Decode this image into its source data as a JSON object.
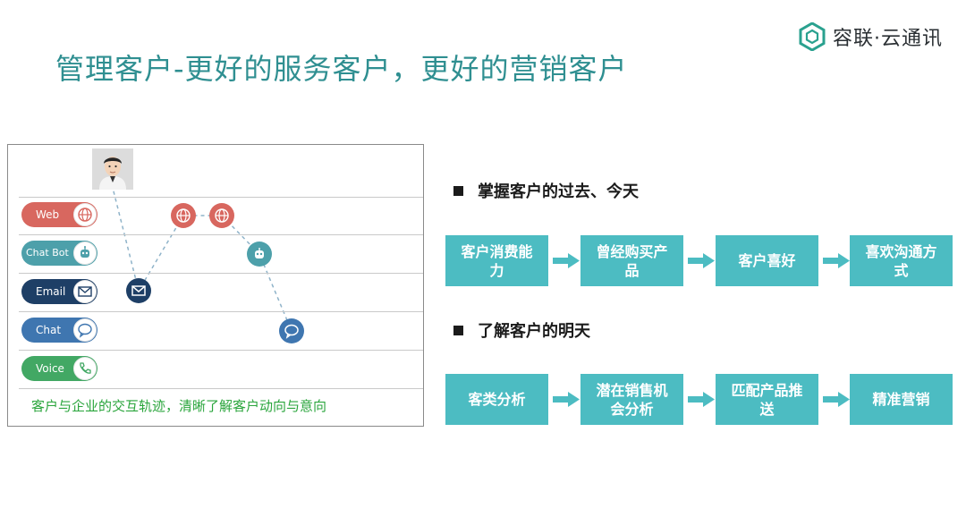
{
  "logo": {
    "text": "容联·云通讯"
  },
  "title": "管理客户-更好的服务客户，更好的营销客户",
  "diagram": {
    "channels": [
      {
        "label": "Web",
        "color": "#d8675f",
        "icon": "globe-icon"
      },
      {
        "label": "Chat Bot",
        "color": "#4da0aa",
        "icon": "robot-icon"
      },
      {
        "label": "Email",
        "color": "#1e3f66",
        "icon": "envelope-icon"
      },
      {
        "label": "Chat",
        "color": "#3f76b0",
        "icon": "speech-bubble-icon"
      },
      {
        "label": "Voice",
        "color": "#42a864",
        "icon": "phone-icon"
      }
    ],
    "caption": "客户与企业的交互轨迹，清晰了解客户动向与意向"
  },
  "sections": [
    {
      "heading": "掌握客户的过去、今天",
      "steps": [
        "客户消费能力",
        "曾经购买产品",
        "客户喜好",
        "喜欢沟通方式"
      ]
    },
    {
      "heading": "了解客户的明天",
      "steps": [
        "客类分析",
        "潜在销售机会分析",
        "匹配产品推送",
        "精准营销"
      ]
    }
  ],
  "colors": {
    "title": "#2f8f91",
    "step_box": "#4cbcc2",
    "caption": "#2aa53c",
    "path": "#8fb3c9"
  }
}
